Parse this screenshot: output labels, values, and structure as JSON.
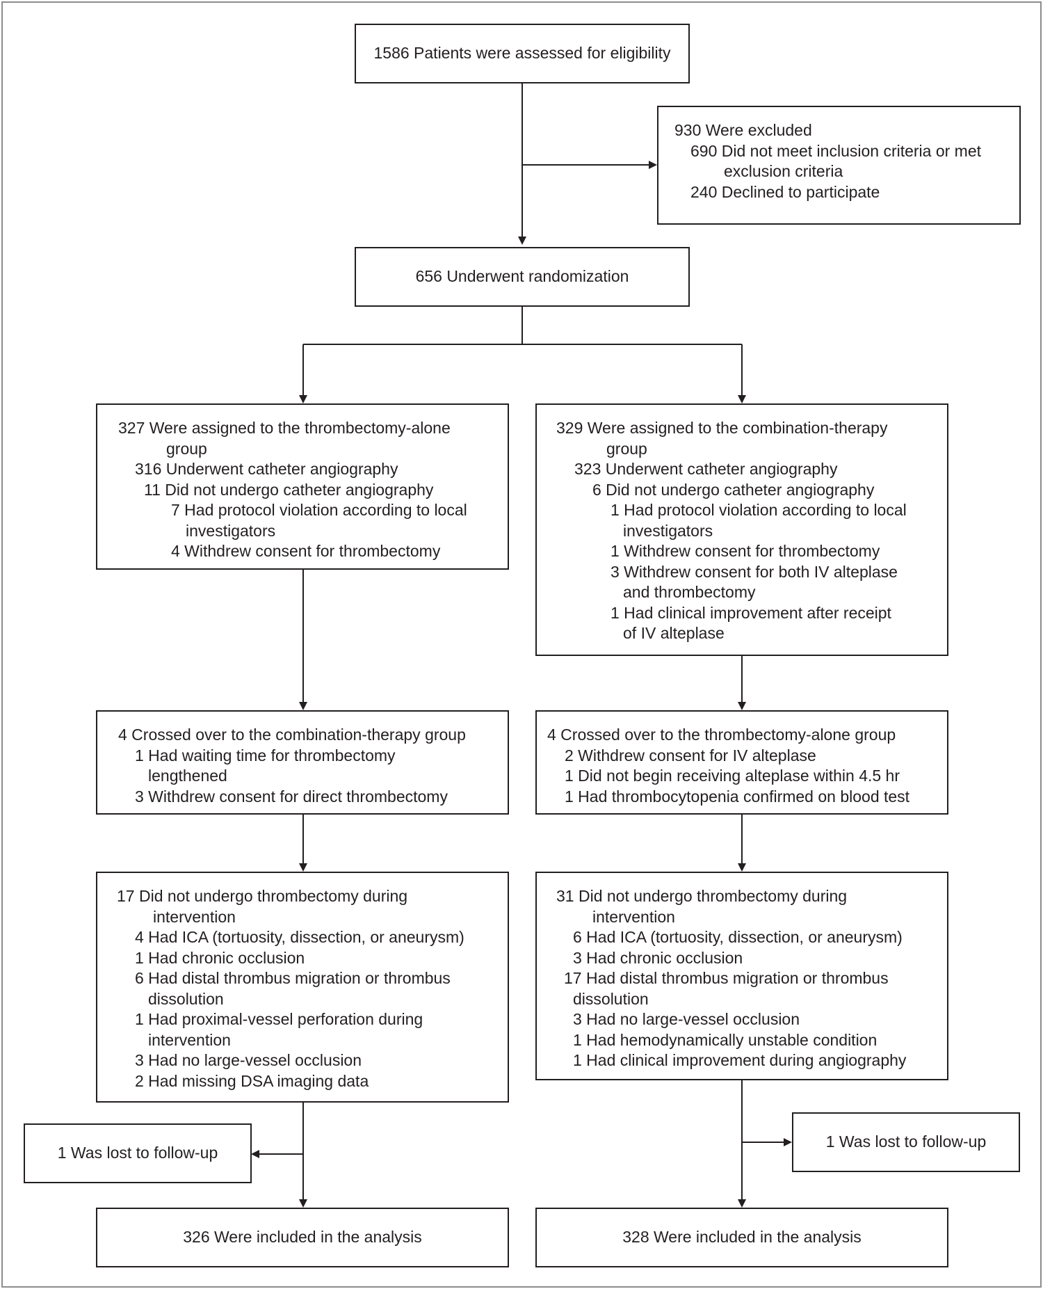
{
  "colors": {
    "line": "#231f20",
    "frame": "#8c8c8c"
  },
  "nodes": {
    "assessed": {
      "lines": [
        "1586 Patients were assessed for eligibility"
      ]
    },
    "excluded": {
      "lines": [
        "930 Were excluded",
        "690 Did not meet inclusion criteria or met",
        "exclusion criteria",
        "240 Declined to participate"
      ]
    },
    "randomized": {
      "lines": [
        "656 Underwent randomization"
      ]
    },
    "left_assigned": {
      "lines": [
        "327 Were assigned to the thrombectomy-alone",
        "group",
        "316 Underwent catheter angiography",
        "11 Did not undergo catheter angiography",
        "7 Had protocol violation according to local",
        "investigators",
        "4 Withdrew consent for thrombectomy"
      ]
    },
    "right_assigned": {
      "lines": [
        "329 Were assigned to the combination-therapy",
        "group",
        "323 Underwent catheter angiography",
        "6 Did not undergo catheter angiography",
        "1 Had protocol violation according to local",
        "investigators",
        "1 Withdrew consent for thrombectomy",
        "3 Withdrew consent for both IV alteplase",
        "and thrombectomy",
        "1 Had clinical improvement after receipt",
        "of IV alteplase"
      ]
    },
    "left_crossover": {
      "lines": [
        "4 Crossed over to the combination-therapy group",
        "1 Had waiting time for thrombectomy",
        "lengthened",
        "3 Withdrew consent for direct thrombectomy"
      ]
    },
    "right_crossover": {
      "lines": [
        "4 Crossed over to the thrombectomy-alone group",
        "2 Withdrew consent for IV alteplase",
        "1 Did not begin receiving alteplase within 4.5 hr",
        "1 Had thrombocytopenia confirmed on blood test"
      ]
    },
    "left_no_thrombectomy": {
      "lines": [
        "17 Did not undergo thrombectomy during",
        "intervention",
        "4 Had ICA (tortuosity, dissection, or aneurysm)",
        "1 Had chronic occlusion",
        "6 Had distal thrombus migration or thrombus",
        "dissolution",
        "1 Had proximal-vessel perforation during",
        "intervention",
        "3 Had no large-vessel occlusion",
        "2 Had missing DSA imaging data"
      ]
    },
    "right_no_thrombectomy": {
      "lines": [
        "31 Did not undergo thrombectomy during",
        "intervention",
        "6 Had ICA (tortuosity, dissection, or aneurysm)",
        "3 Had chronic occlusion",
        "17 Had distal thrombus migration or thrombus",
        "dissolution",
        "3 Had no large-vessel occlusion",
        "1 Had hemodynamically unstable condition",
        "1 Had clinical improvement during angiography"
      ]
    },
    "left_lost": {
      "lines": [
        "1 Was lost to follow-up"
      ]
    },
    "right_lost": {
      "lines": [
        "1 Was lost to follow-up"
      ]
    },
    "left_analysis": {
      "lines": [
        "326 Were included in the analysis"
      ]
    },
    "right_analysis": {
      "lines": [
        "328 Were included in the analysis"
      ]
    }
  }
}
